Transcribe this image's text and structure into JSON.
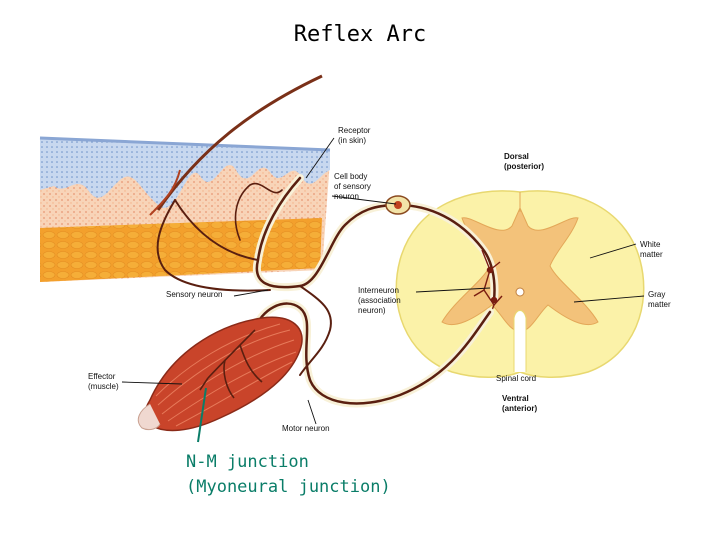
{
  "title": "Reflex Arc",
  "labels": {
    "receptor": [
      "Receptor",
      "(in skin)"
    ],
    "cell_body": [
      "Cell body",
      "of sensory",
      "neuron"
    ],
    "dorsal": [
      "Dorsal",
      "(posterior)"
    ],
    "white_matter": [
      "White",
      "matter"
    ],
    "gray_matter": [
      "Gray",
      "matter"
    ],
    "interneuron": [
      "Interneuron",
      "(association",
      "neuron)"
    ],
    "sensory_neuron": "Sensory neuron",
    "effector": [
      "Effector",
      "(muscle)"
    ],
    "spinal_cord": "Spinal cord",
    "ventral": [
      "Ventral",
      "(anterior)"
    ],
    "motor_neuron": "Motor neuron"
  },
  "callout": {
    "line1": "N-M junction",
    "line2": "(Myoneural junction)"
  },
  "colors": {
    "neuron": "#5a1f10",
    "callout": "#0a7d68"
  }
}
